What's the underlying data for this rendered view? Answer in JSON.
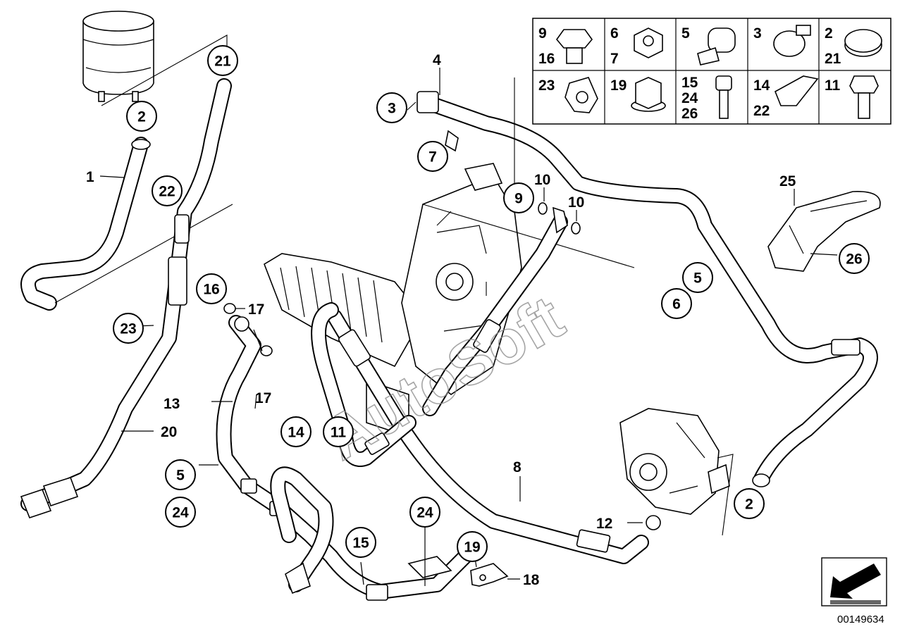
{
  "diagram": {
    "callouts": [
      {
        "id": "c21",
        "label": "21"
      },
      {
        "id": "c2a",
        "label": "2"
      },
      {
        "id": "c3",
        "label": "3"
      },
      {
        "id": "c7",
        "label": "7"
      },
      {
        "id": "c22",
        "label": "22"
      },
      {
        "id": "c9",
        "label": "9"
      },
      {
        "id": "c16",
        "label": "16"
      },
      {
        "id": "c23",
        "label": "23"
      },
      {
        "id": "c14",
        "label": "14"
      },
      {
        "id": "c11",
        "label": "11"
      },
      {
        "id": "c5a",
        "label": "5"
      },
      {
        "id": "c24a",
        "label": "24"
      },
      {
        "id": "c24b",
        "label": "24"
      },
      {
        "id": "c19",
        "label": "19"
      },
      {
        "id": "c15",
        "label": "15"
      },
      {
        "id": "c5b",
        "label": "5"
      },
      {
        "id": "c6",
        "label": "6"
      },
      {
        "id": "c26",
        "label": "26"
      },
      {
        "id": "c2b",
        "label": "2"
      }
    ],
    "plain_labels": [
      {
        "id": "p1",
        "label": "1"
      },
      {
        "id": "p4",
        "label": "4"
      },
      {
        "id": "p10a",
        "label": "10"
      },
      {
        "id": "p10b",
        "label": "10"
      },
      {
        "id": "p17a",
        "label": "17"
      },
      {
        "id": "p17b",
        "label": "17"
      },
      {
        "id": "p13",
        "label": "13"
      },
      {
        "id": "p20",
        "label": "20"
      },
      {
        "id": "p8",
        "label": "8"
      },
      {
        "id": "p12",
        "label": "12"
      },
      {
        "id": "p18",
        "label": "18"
      },
      {
        "id": "p25",
        "label": "25"
      }
    ],
    "parts_table": [
      {
        "numbers": [
          "9",
          "16"
        ]
      },
      {
        "numbers": [
          "6",
          "7"
        ]
      },
      {
        "numbers": [
          "5"
        ]
      },
      {
        "numbers": [
          "3"
        ]
      },
      {
        "numbers": [
          "2",
          "21"
        ]
      },
      {
        "numbers": [
          "23"
        ]
      },
      {
        "numbers": [
          "19"
        ]
      },
      {
        "numbers": [
          "15",
          "24",
          "26"
        ]
      },
      {
        "numbers": [
          "14",
          "22"
        ]
      },
      {
        "numbers": [
          "11"
        ]
      }
    ],
    "watermark": "AutoSoft",
    "diagram_id": "00149634"
  }
}
